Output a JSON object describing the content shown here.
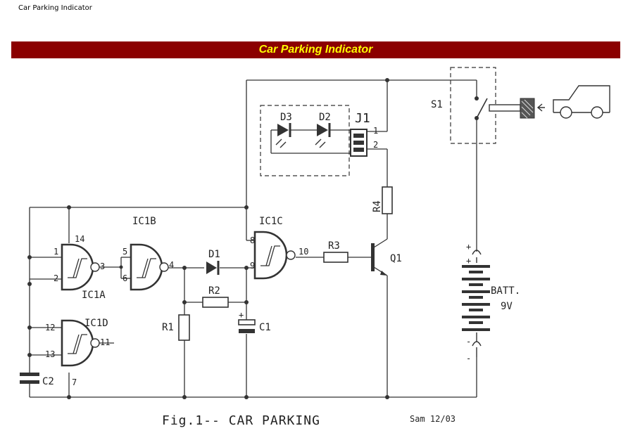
{
  "page": {
    "tab_title": "Car Parking Indicator"
  },
  "header": {
    "title": "Car Parking Indicator",
    "background": "#8b0000",
    "text_color": "#ffff00"
  },
  "schematic": {
    "labels": {
      "ic1a": "IC1A",
      "ic1b": "IC1B",
      "ic1c": "IC1C",
      "ic1d": "IC1D",
      "d1": "D1",
      "d2": "D2",
      "d3": "D3",
      "j1": "J1",
      "r1": "R1",
      "r2": "R2",
      "r3": "R3",
      "r4": "R4",
      "c1": "C1",
      "c2": "C2",
      "q1": "Q1",
      "s1": "S1",
      "batt": "BATT.",
      "batt_v": "9V"
    },
    "pins": {
      "p1": "1",
      "p2": "2",
      "p3": "3",
      "p4": "4",
      "p5": "5",
      "p6": "6",
      "p7": "7",
      "p8": "8",
      "p9": "9",
      "p10": "10",
      "p11": "11",
      "p12": "12",
      "p13": "13",
      "p14": "14",
      "j1_1": "1",
      "j1_2": "2",
      "plus": "+",
      "minus": "-"
    },
    "caption": "Fig.1-- CAR PARKING",
    "signature": "Sam 12/03"
  }
}
